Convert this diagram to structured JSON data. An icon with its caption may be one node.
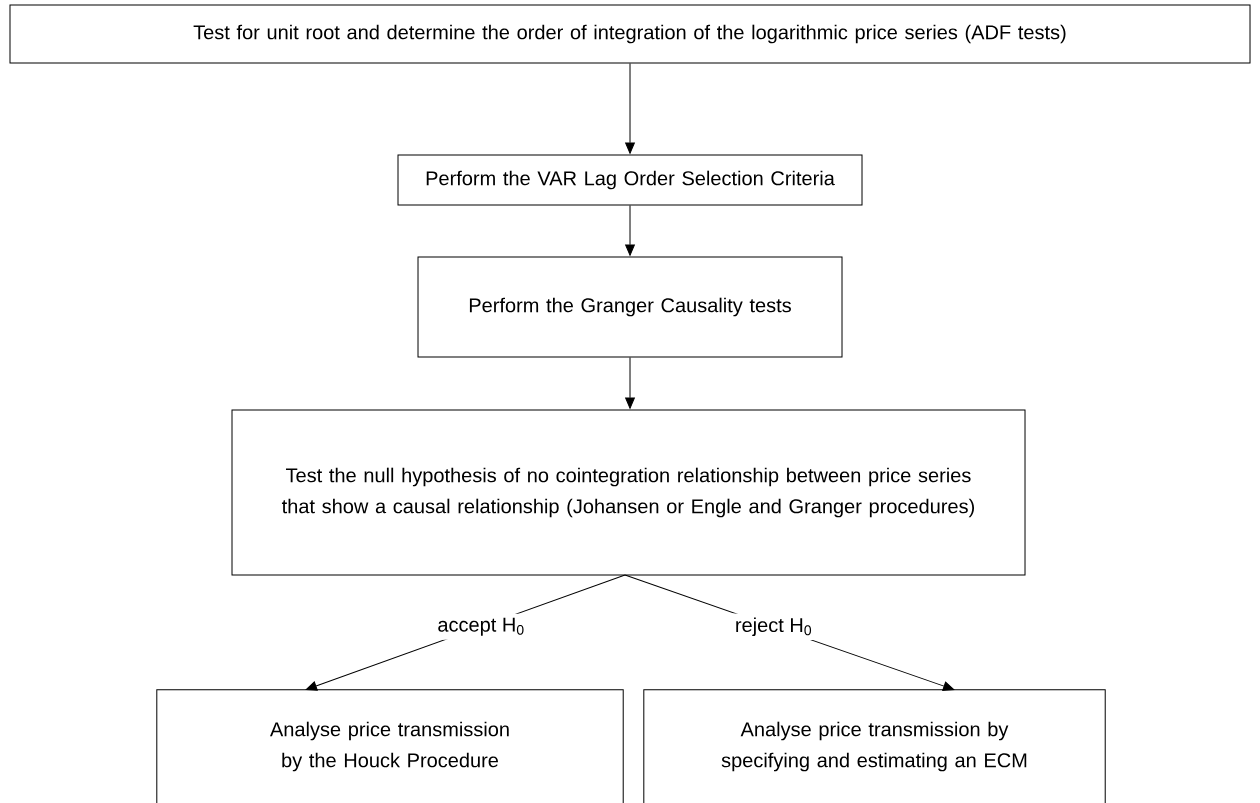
{
  "diagram": {
    "nodes": [
      {
        "text": [
          "Test for unit root and determine the order of integration of the logarithmic price series (ADF tests)"
        ]
      },
      {
        "text": [
          "Perform the VAR Lag Order Selection Criteria"
        ]
      },
      {
        "text": [
          "Perform the Granger Causality tests"
        ]
      },
      {
        "text": [
          "Test the null hypothesis of no cointegration relationship between price series that show a causal relationship (Johansen or Engle and Granger procedures)"
        ]
      },
      {
        "text": [
          "Analyse price transmission by the Houck Procedure"
        ]
      },
      {
        "text": [
          "Analyse price transmission by specifying and estimating an ECM"
        ]
      }
    ],
    "edges": [
      {
        "from": 0,
        "to": 1,
        "arrow": "to"
      },
      {
        "from": 1,
        "to": 2,
        "arrow": "to"
      },
      {
        "from": 2,
        "to": 3,
        "arrow": "to"
      },
      {
        "from": 3,
        "to": 4,
        "arrow": "to",
        "label": "accept H$_{0}$"
      },
      {
        "from": 3,
        "to": 5,
        "arrow": "to",
        "label": "reject H$_{0}$"
      }
    ]
  }
}
